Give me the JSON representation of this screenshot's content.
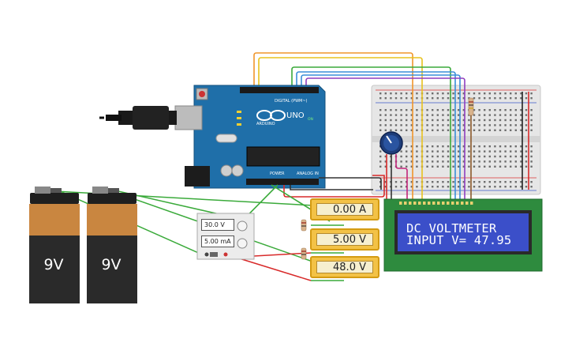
{
  "lcd": {
    "line1": "DC VOLTMETER",
    "line2": "INPUT V= 47.95",
    "backlight": "#3b4fc9",
    "board": "#2e8b3e"
  },
  "multimeters": [
    {
      "reading": "0.00 A"
    },
    {
      "reading": "5.00 V"
    },
    {
      "reading": "48.0 V"
    }
  ],
  "power_supply": {
    "voltage": "30.0 V",
    "current": "5.00 mA"
  },
  "batteries": [
    {
      "label": "9V"
    },
    {
      "label": "9V"
    }
  ],
  "arduino": {
    "model": "UNO",
    "brand": "ARDUINO",
    "digital_label": "DIGITAL (PWM~)",
    "power_label": "POWER",
    "analog_label": "ANALOG IN",
    "on_label": "ON",
    "color": "#1f6fa9"
  },
  "colors": {
    "wire_green": "#3aaa3a",
    "wire_orange": "#f0952b",
    "wire_yellow": "#e8c21e",
    "wire_blue": "#3a8ed8",
    "wire_purple": "#8f3fbf",
    "wire_red": "#d82a2a",
    "wire_black": "#333333",
    "wire_brown": "#8b5a2b",
    "wire_magenta": "#c2247a"
  }
}
